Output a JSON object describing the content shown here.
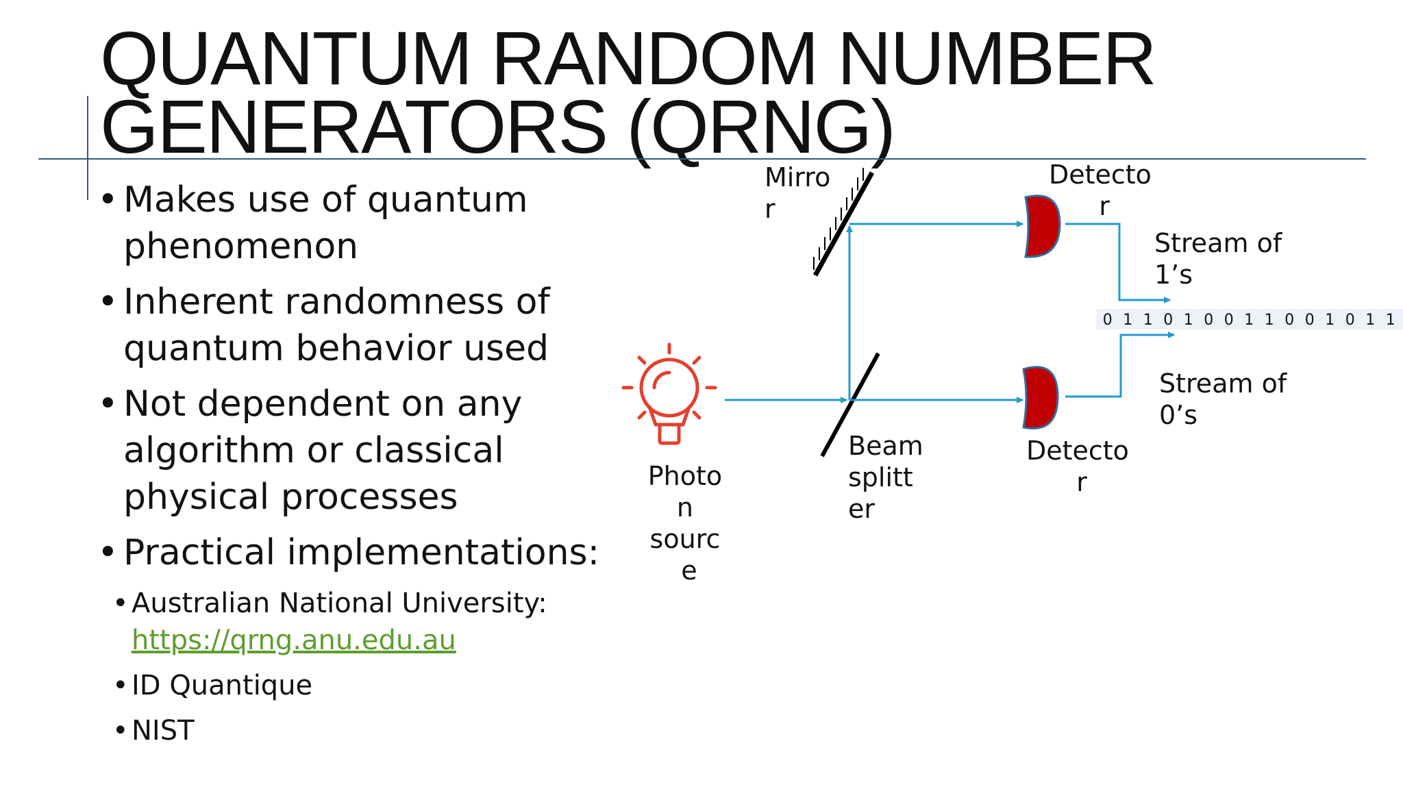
{
  "title": {
    "line1": "QUANTUM RANDOM NUMBER",
    "line2": "GENERATORS (QRNG)"
  },
  "bullets": {
    "b1": "Makes use of quantum phenomenon",
    "b2": "Inherent randomness of quantum behavior used",
    "b3": "Not dependent on any algorithm or classical physical processes",
    "b4": "Practical implementations:",
    "sub1": "Australian National University:",
    "sub1_link": "https://qrng.anu.edu.au",
    "sub2": "ID Quantique",
    "sub3": "NIST"
  },
  "diagram": {
    "mirror": [
      "Mirro",
      "r"
    ],
    "detector_top": [
      "Detecto",
      "r"
    ],
    "stream1": [
      "Stream of",
      "1’s"
    ],
    "stream0": [
      "Stream of",
      "0’s"
    ],
    "detector_bottom": [
      "Detecto",
      "r"
    ],
    "beam_splitter": [
      "Beam",
      "splitt",
      "er"
    ],
    "photon_source": [
      "Photo",
      "n",
      "sourc",
      "e"
    ],
    "bits": [
      "0",
      "1",
      "1",
      "0",
      "1",
      "0",
      "0",
      "1",
      "1",
      "0",
      "0",
      "1",
      "0",
      "1",
      "1"
    ],
    "icon_color": "#e2402f",
    "detector_color": "#c00000",
    "beam_color": "#1f9ad6"
  }
}
